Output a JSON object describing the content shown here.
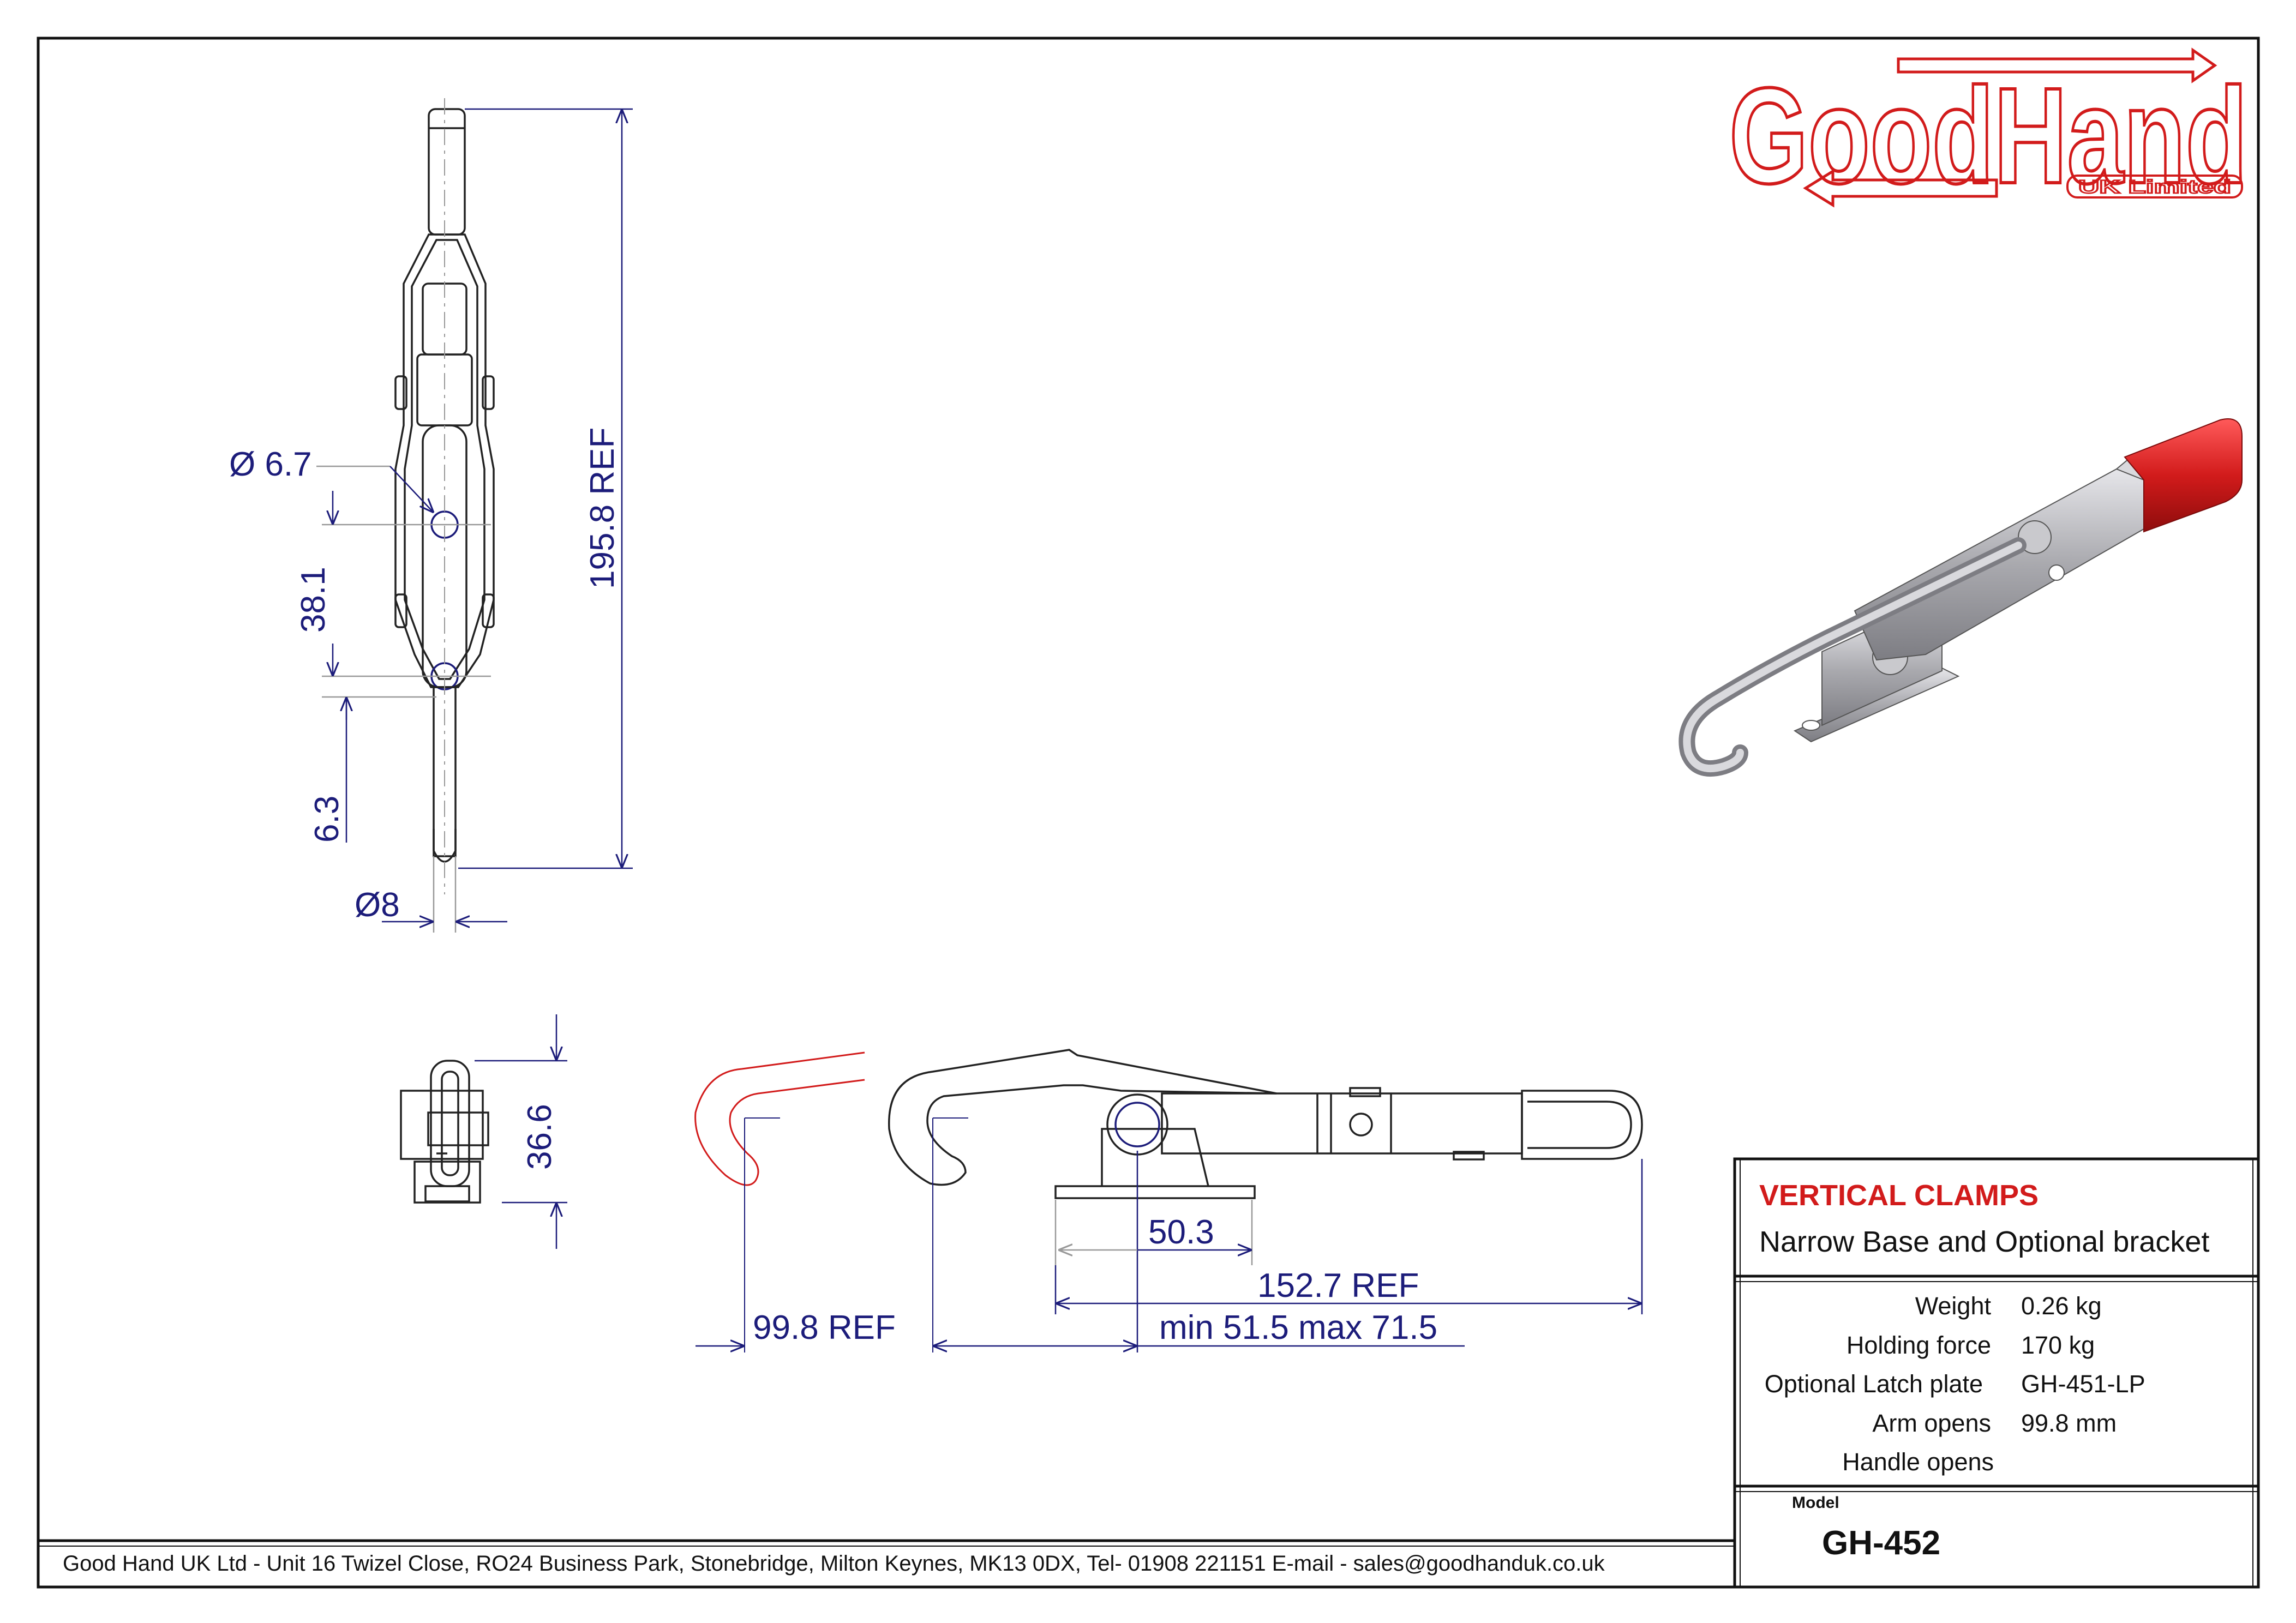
{
  "logo": {
    "text": "GoodHand",
    "subtext": "UK Limited",
    "color": "#d21b1b"
  },
  "dimensions": {
    "hole_dia": "Ø 6.7",
    "length_ref": "195.8  REF",
    "pin_spacing": "38.1",
    "offset": "6.3",
    "rod_dia": "Ø8",
    "width": "36.6",
    "base_hole": "50.3",
    "overall_length": "152.7 REF",
    "arm_opens": "99.8 REF",
    "stroke_range": "min  51.5 max 71.5"
  },
  "title_block": {
    "category": "VERTICAL CLAMPS",
    "description": "Narrow Base and Optional bracket",
    "specs": [
      {
        "label": "Weight",
        "value": "0.26 kg"
      },
      {
        "label": "Holding force",
        "value": "170 kg"
      },
      {
        "label": "Optional Latch plate",
        "value": "GH-451-LP"
      },
      {
        "label": "Arm opens",
        "value": "99.8 mm"
      },
      {
        "label": "Handle opens",
        "value": ""
      }
    ],
    "model_label": "Model",
    "model": "GH-452"
  },
  "footer": {
    "address": "Good Hand UK Ltd  - Unit 16 Twizel Close, RO24 Business Park, Stonebridge, Milton Keynes, MK13 0DX,  Tel- 01908 221151  E-mail - sales@goodhanduk.co.uk"
  },
  "colors": {
    "dimension": "#1c1c7a",
    "accent": "#d21b1b",
    "outline": "#222222",
    "handle": "#d21b1b",
    "metal": "#b8b8bc"
  }
}
